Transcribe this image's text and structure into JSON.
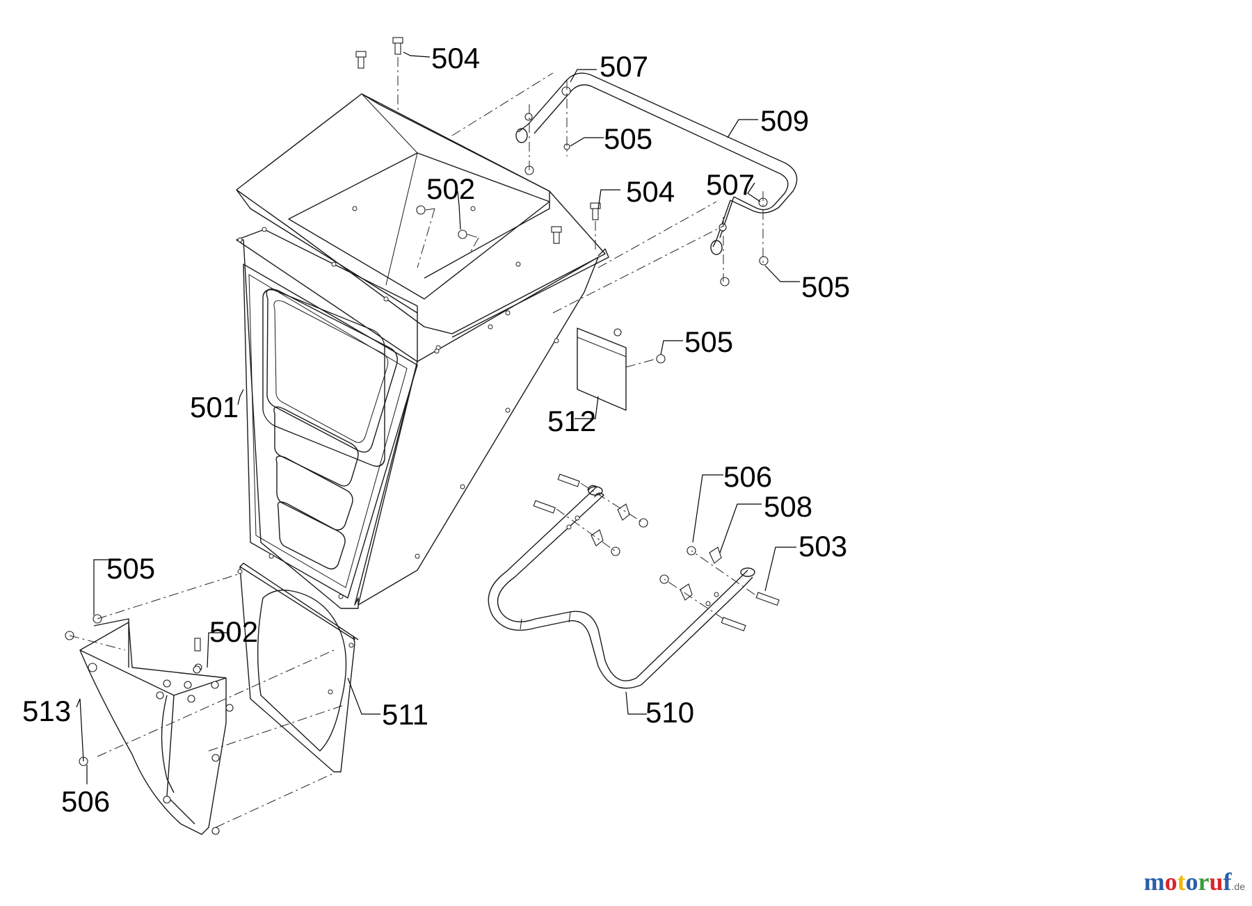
{
  "callouts": {
    "c501": "501",
    "c502a": "502",
    "c502b": "502",
    "c503": "503",
    "c504a": "504",
    "c504b": "504",
    "c505a": "505",
    "c505b": "505",
    "c505c": "505",
    "c505d": "505",
    "c506a": "506",
    "c506b": "506",
    "c507a": "507",
    "c507b": "507",
    "c508": "508",
    "c509": "509",
    "c510": "510",
    "c511": "511",
    "c512": "512",
    "c513": "513"
  },
  "watermark": {
    "letters": [
      "m",
      "o",
      "t",
      "o",
      "r",
      "u",
      "f"
    ],
    "tld": ".de",
    "colors": [
      "#2b5fa8",
      "#d9262b",
      "#f2b705",
      "#2b5fa8",
      "#3a9d3a",
      "#d9262b",
      "#2b5fa8"
    ]
  }
}
